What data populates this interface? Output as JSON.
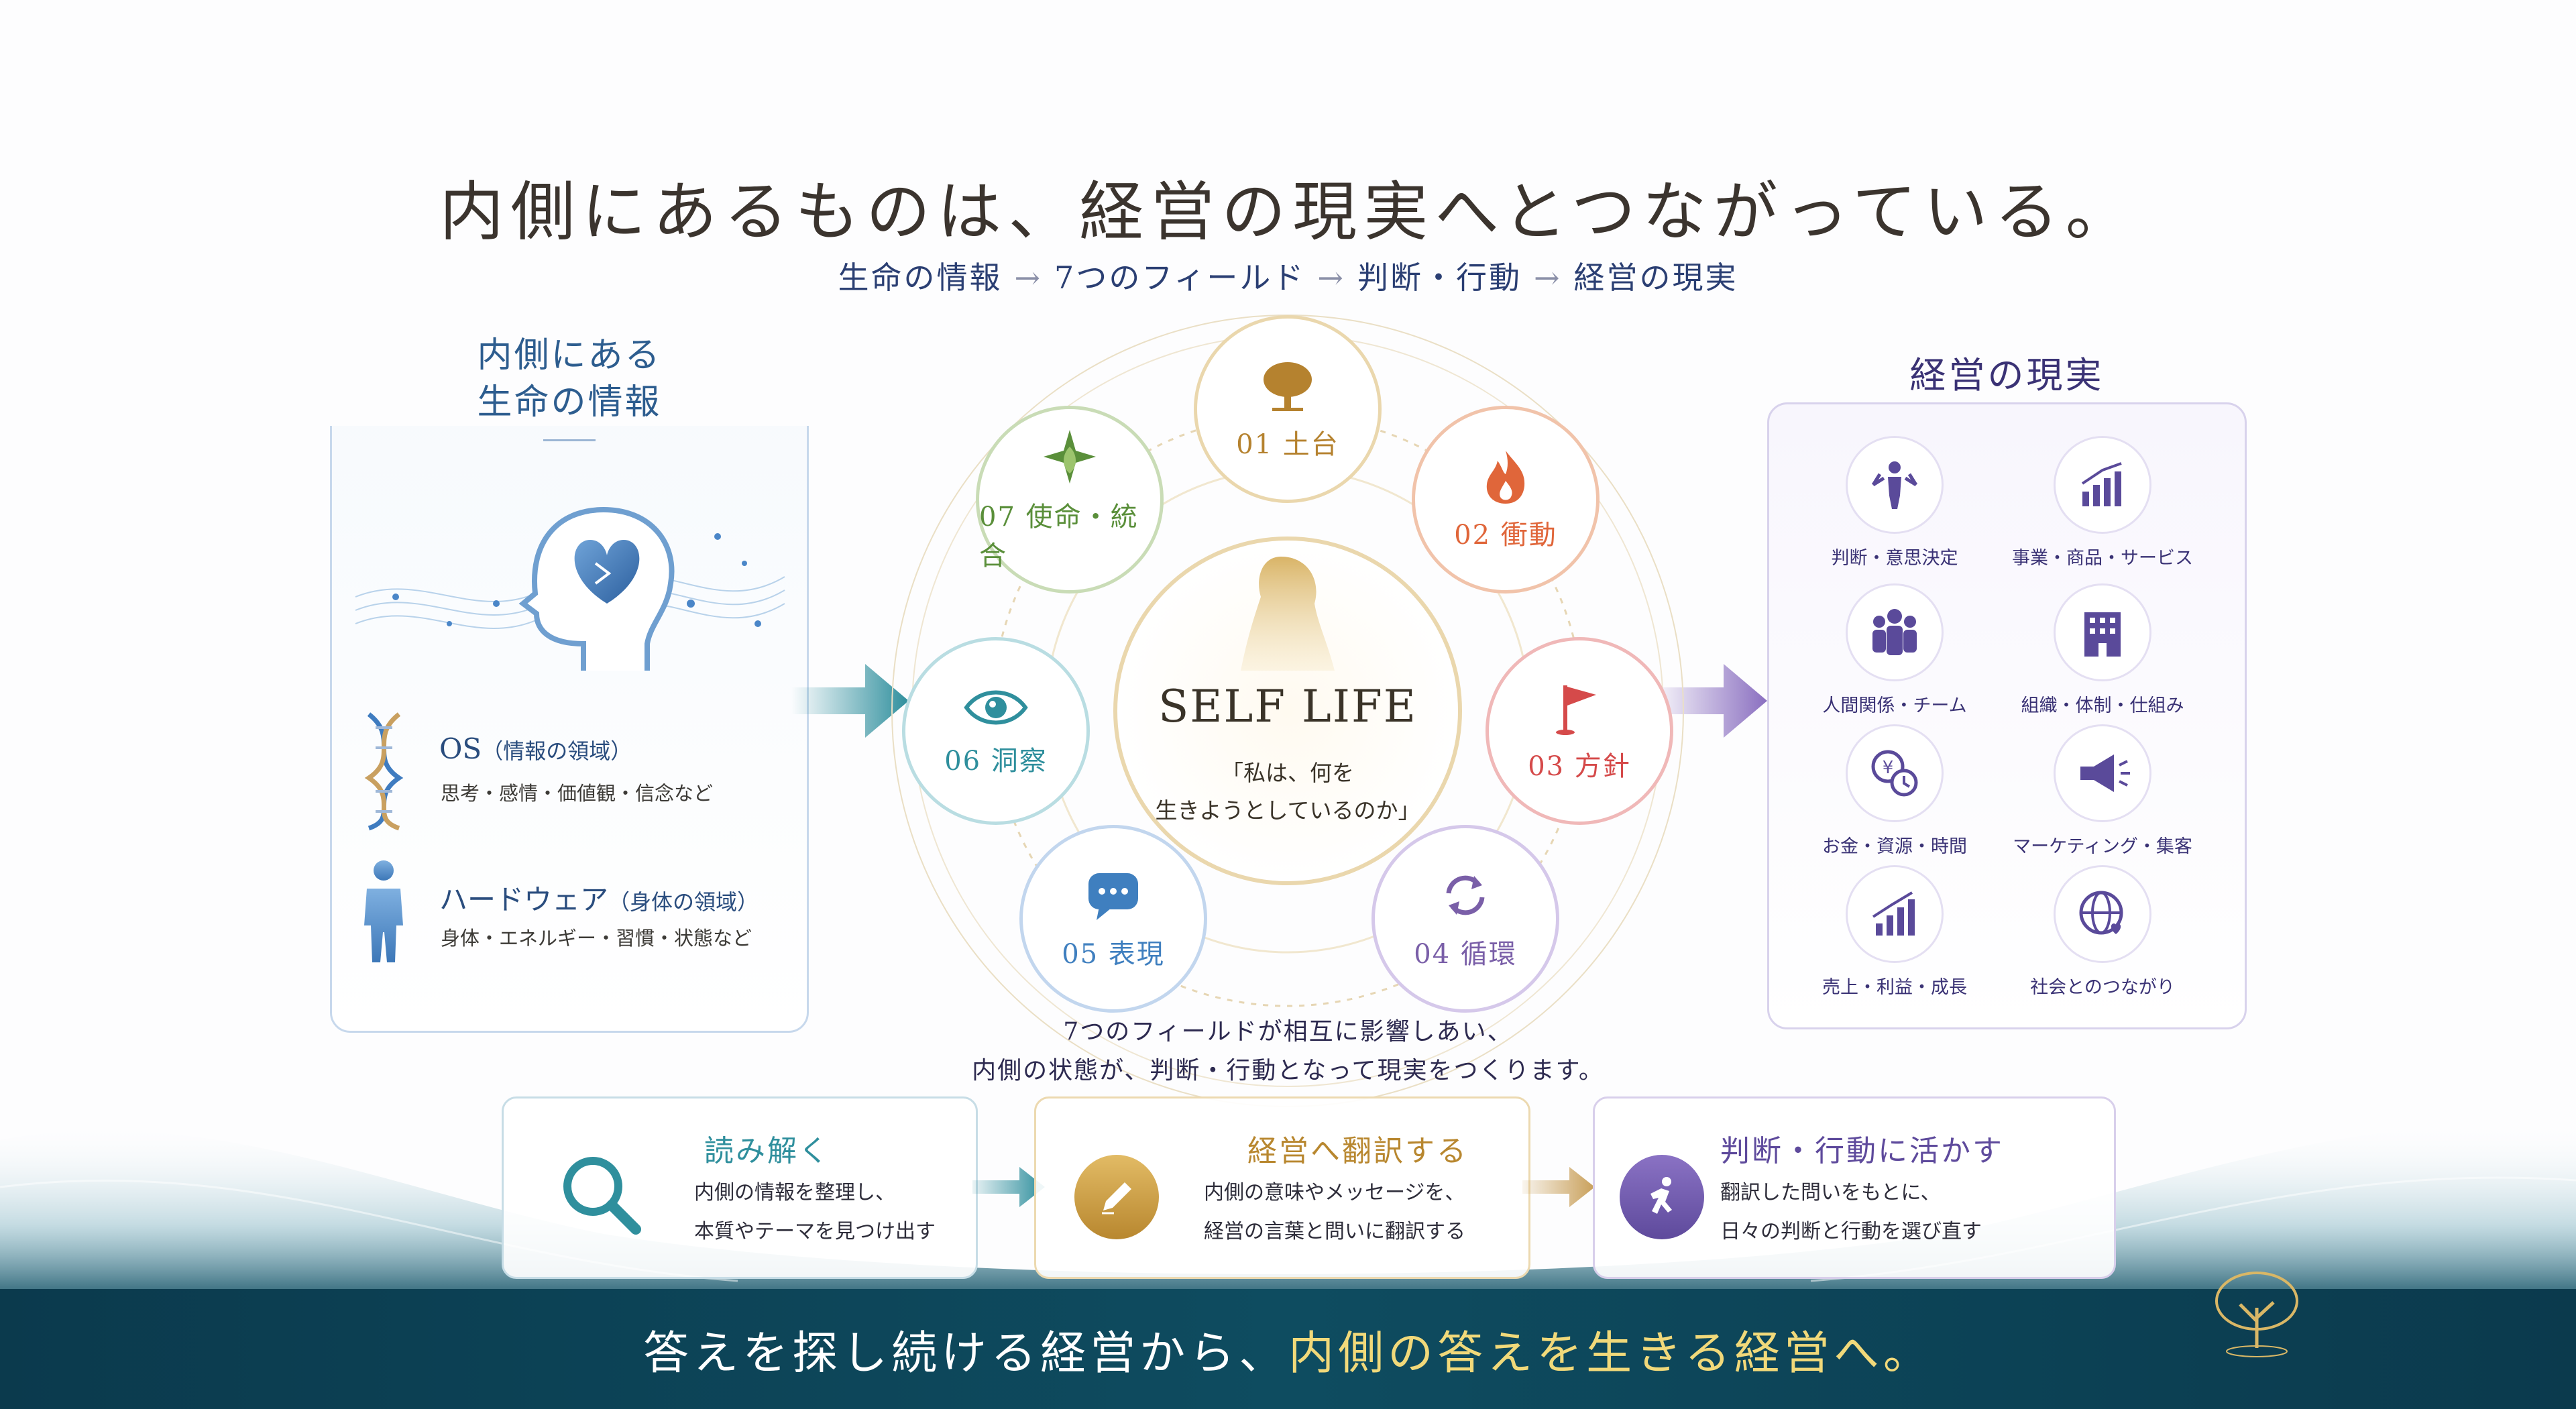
{
  "title": "内側にあるものは、経営の現実へとつながっている。",
  "flow": {
    "s1": "生命の情報",
    "s2": "7つのフィールド",
    "s3": "判断・行動",
    "s4": "経営の現実",
    "arrow": "→"
  },
  "left": {
    "heading_line1": "内側にある",
    "heading_line2": "生命の情報",
    "os_title": "OS",
    "os_sub": "（情報の領域）",
    "os_desc": "思考・感情・価値観・信念など",
    "hw_title": "ハードウェア",
    "hw_sub": "（身体の領域）",
    "hw_desc": "身体・エネルギー・習慣・状態など"
  },
  "fields": {
    "f1": "01 土台",
    "f2": "02 衝動",
    "f3": "03 方針",
    "f4": "04 循環",
    "f5": "05 表現",
    "f6": "06 洞察",
    "f7": "07 使命・統合"
  },
  "center": {
    "title": "SELF LIFE",
    "quote_line1": "「私は、何を",
    "quote_line2": "生きようとしているのか」"
  },
  "center_desc": {
    "line1": "7つのフィールドが相互に影響しあい、",
    "line2": "内側の状態が、判断・行動となって現実をつくります。"
  },
  "right": {
    "heading": "経営の現実",
    "items": [
      {
        "label": "判断・意思決定"
      },
      {
        "label": "事業・商品・サービス"
      },
      {
        "label": "人間関係・チーム"
      },
      {
        "label": "組織・体制・仕組み"
      },
      {
        "label": "お金・資源・時間"
      },
      {
        "label": "マーケティング・集客"
      },
      {
        "label": "売上・利益・成長"
      },
      {
        "label": "社会とのつながり"
      }
    ]
  },
  "steps": [
    {
      "title": "読み解く",
      "desc1": "内側の情報を整理し、",
      "desc2": "本質やテーマを見つけ出す"
    },
    {
      "title": "経営へ翻訳する",
      "desc1": "内側の意味やメッセージを、",
      "desc2": "経営の言葉と問いに翻訳する"
    },
    {
      "title": "判断・行動に活かす",
      "desc1": "翻訳した問いをもとに、",
      "desc2": "日々の判断と行動を選び直す"
    }
  ],
  "slogan": {
    "part1": "答えを探し続ける経営から、",
    "part2": "内側の答えを生きる経営へ。"
  },
  "colors": {
    "field1": "#b5822f",
    "field2": "#e0663a",
    "field3": "#d54a4a",
    "field4": "#7a5fa8",
    "field5": "#3f7fbf",
    "field6": "#2f8f9d",
    "field7": "#5a8f3a"
  }
}
